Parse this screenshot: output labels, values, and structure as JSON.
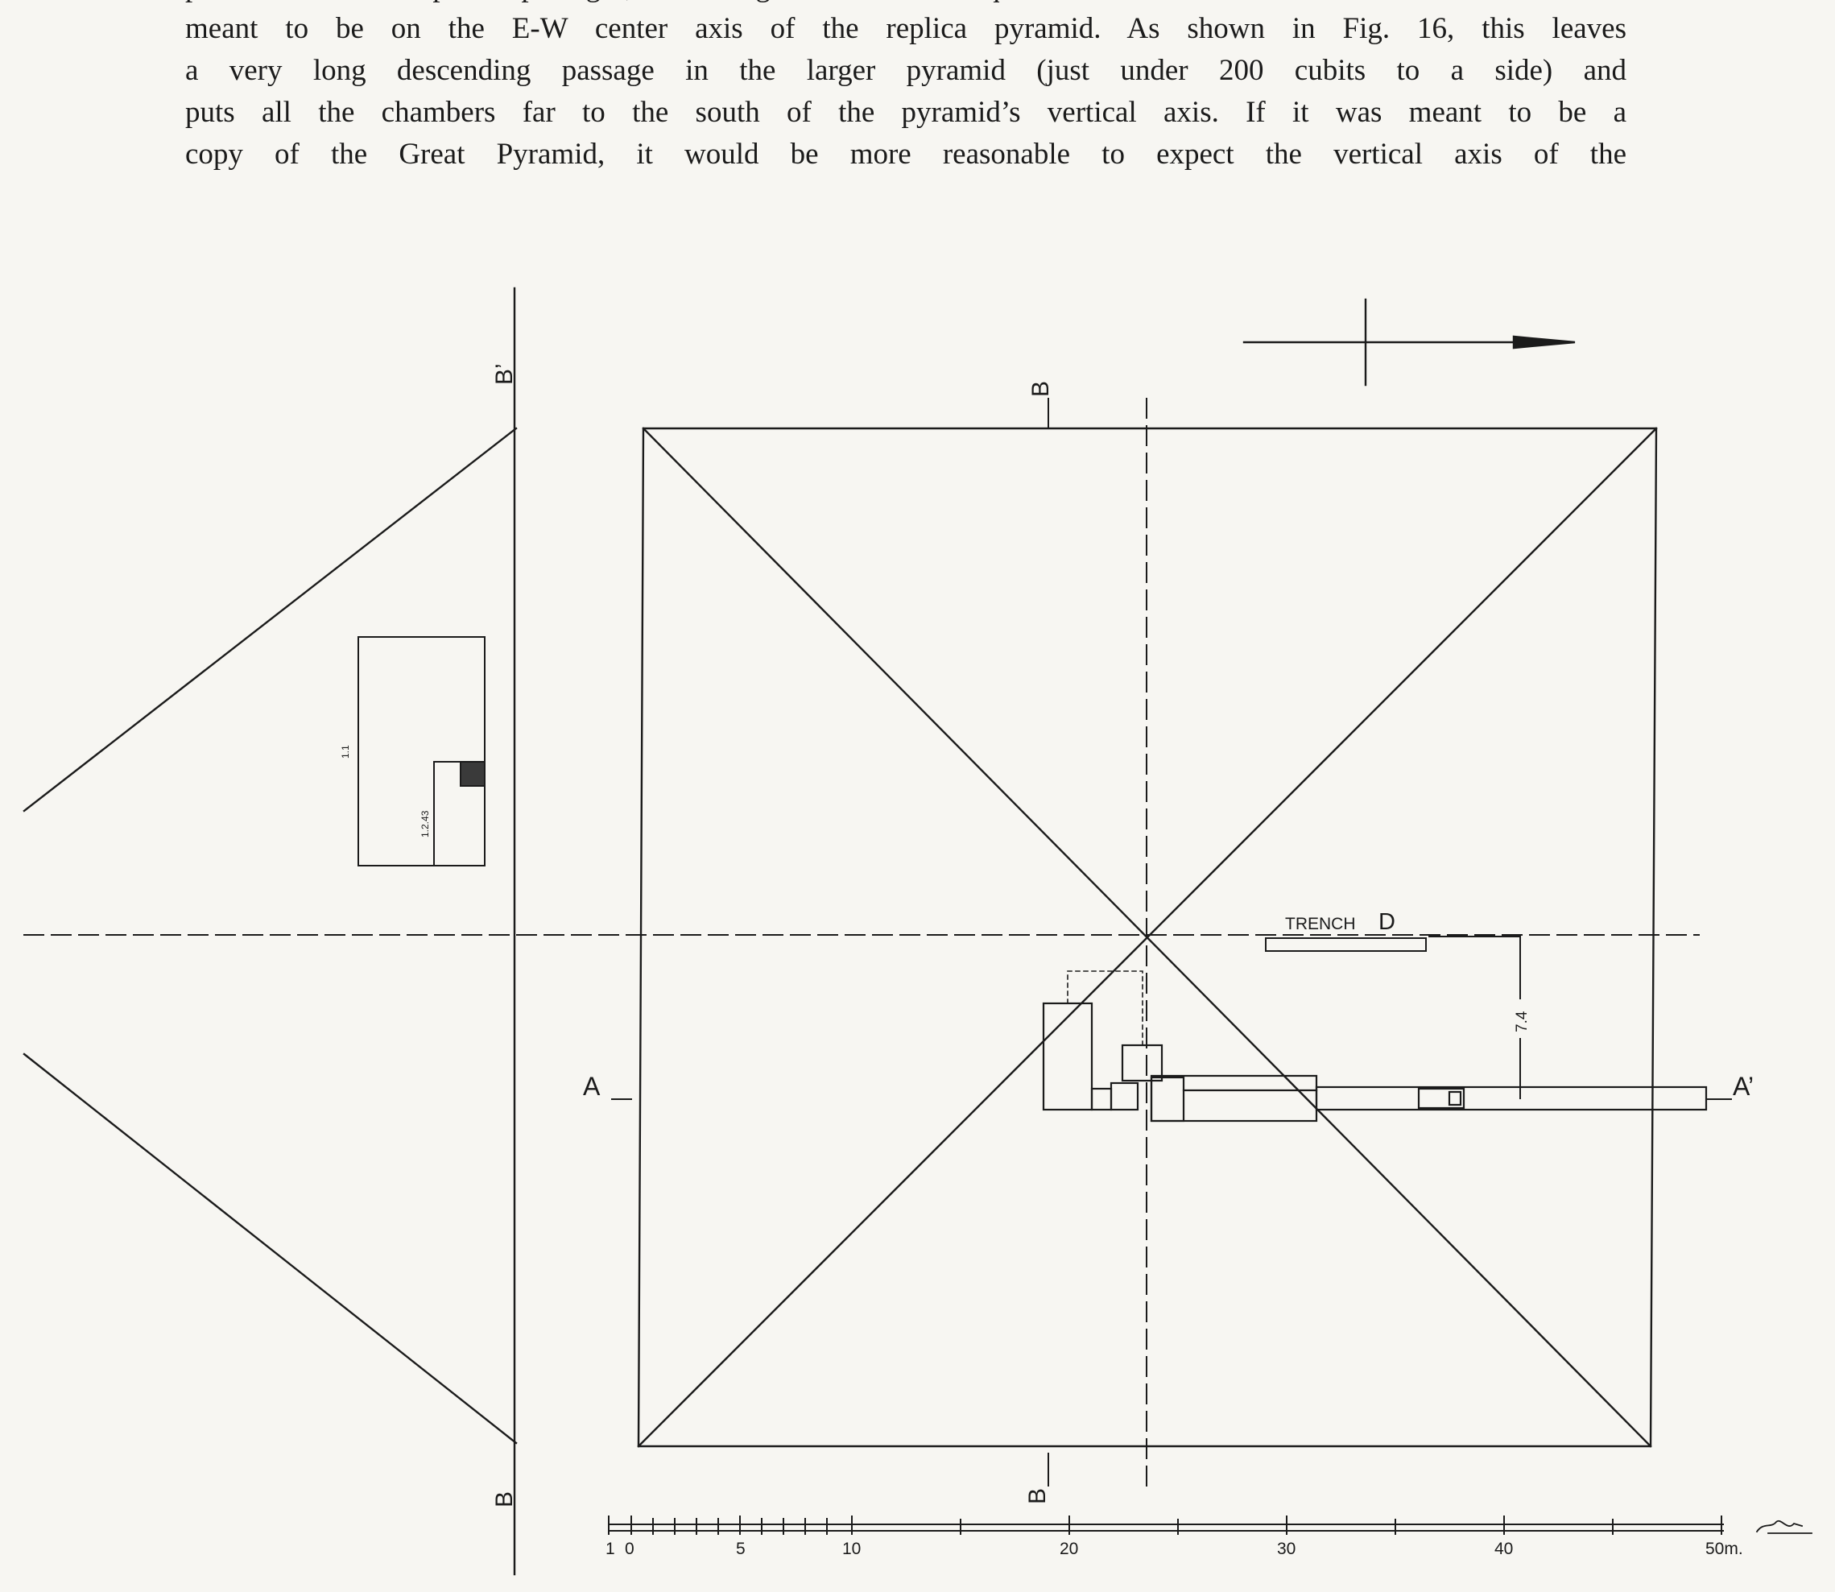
{
  "text": {
    "lines": [
      "part of the copied passages, it might well be questioned whether the vertical shaft was",
      "meant to be on the E-W center axis of the replica pyramid. As shown in Fig. 16, this leaves",
      "a very long descending passage in the larger pyramid (just under 200 cubits to a side) and",
      "puts all the chambers far to the south of the pyramid’s vertical axis. If it was meant to be a",
      "copy of the Great Pyramid, it would be more reasonable to expect the vertical axis of the"
    ]
  },
  "figure": {
    "section_labels": {
      "b_prime_left": "B’",
      "b_left": "B",
      "b_top": "B",
      "b_bottom": "B",
      "a": "A",
      "a_prime": "A’"
    },
    "trench_label": "TRENCH",
    "trench_letter": "D",
    "dimension_label": "7.4",
    "inset_dims": {
      "upper": "1.1",
      "lower": "1.2.43"
    },
    "scale_bar": {
      "labels": [
        "1",
        "0",
        "5",
        "10",
        "20",
        "30",
        "40",
        "50m."
      ]
    },
    "signature": "signature-scribble"
  }
}
